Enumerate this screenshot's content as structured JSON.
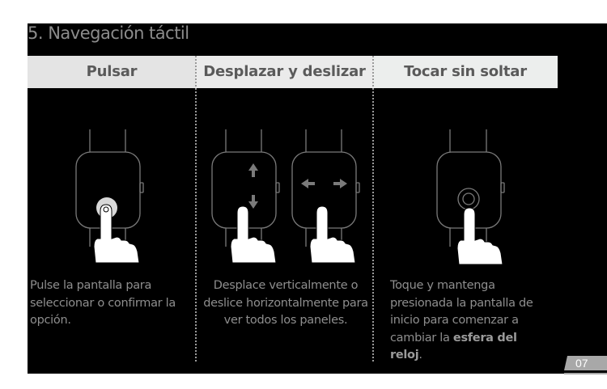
{
  "section_title": "5. Navegación táctil",
  "columns": [
    {
      "header": "Pulsar",
      "description_parts": [
        "Pulse la pantalla para seleccionar o confirmar la opción."
      ],
      "illustration": "tap-gesture-icon"
    },
    {
      "header": "Desplazar y deslizar",
      "description_parts": [
        "Desplace verticalmente o deslice horizontalmente para ver todos los paneles."
      ],
      "illustration": "swipe-gesture-icon"
    },
    {
      "header": "Tocar sin soltar",
      "description_prefix": "Toque y mantenga presionada la pantalla de inicio para comenzar a cambiar la ",
      "description_bold": "esfera del reloj",
      "description_suffix": ".",
      "illustration": "long-press-gesture-icon"
    }
  ],
  "page_number": "07",
  "colors": {
    "background": "#000000",
    "header_band": "#e4e4e4",
    "header_text": "#5a5a5a",
    "body_text": "#8e8e8e",
    "line_art": "#7a7a7a",
    "badge": "#a8a8a8"
  }
}
